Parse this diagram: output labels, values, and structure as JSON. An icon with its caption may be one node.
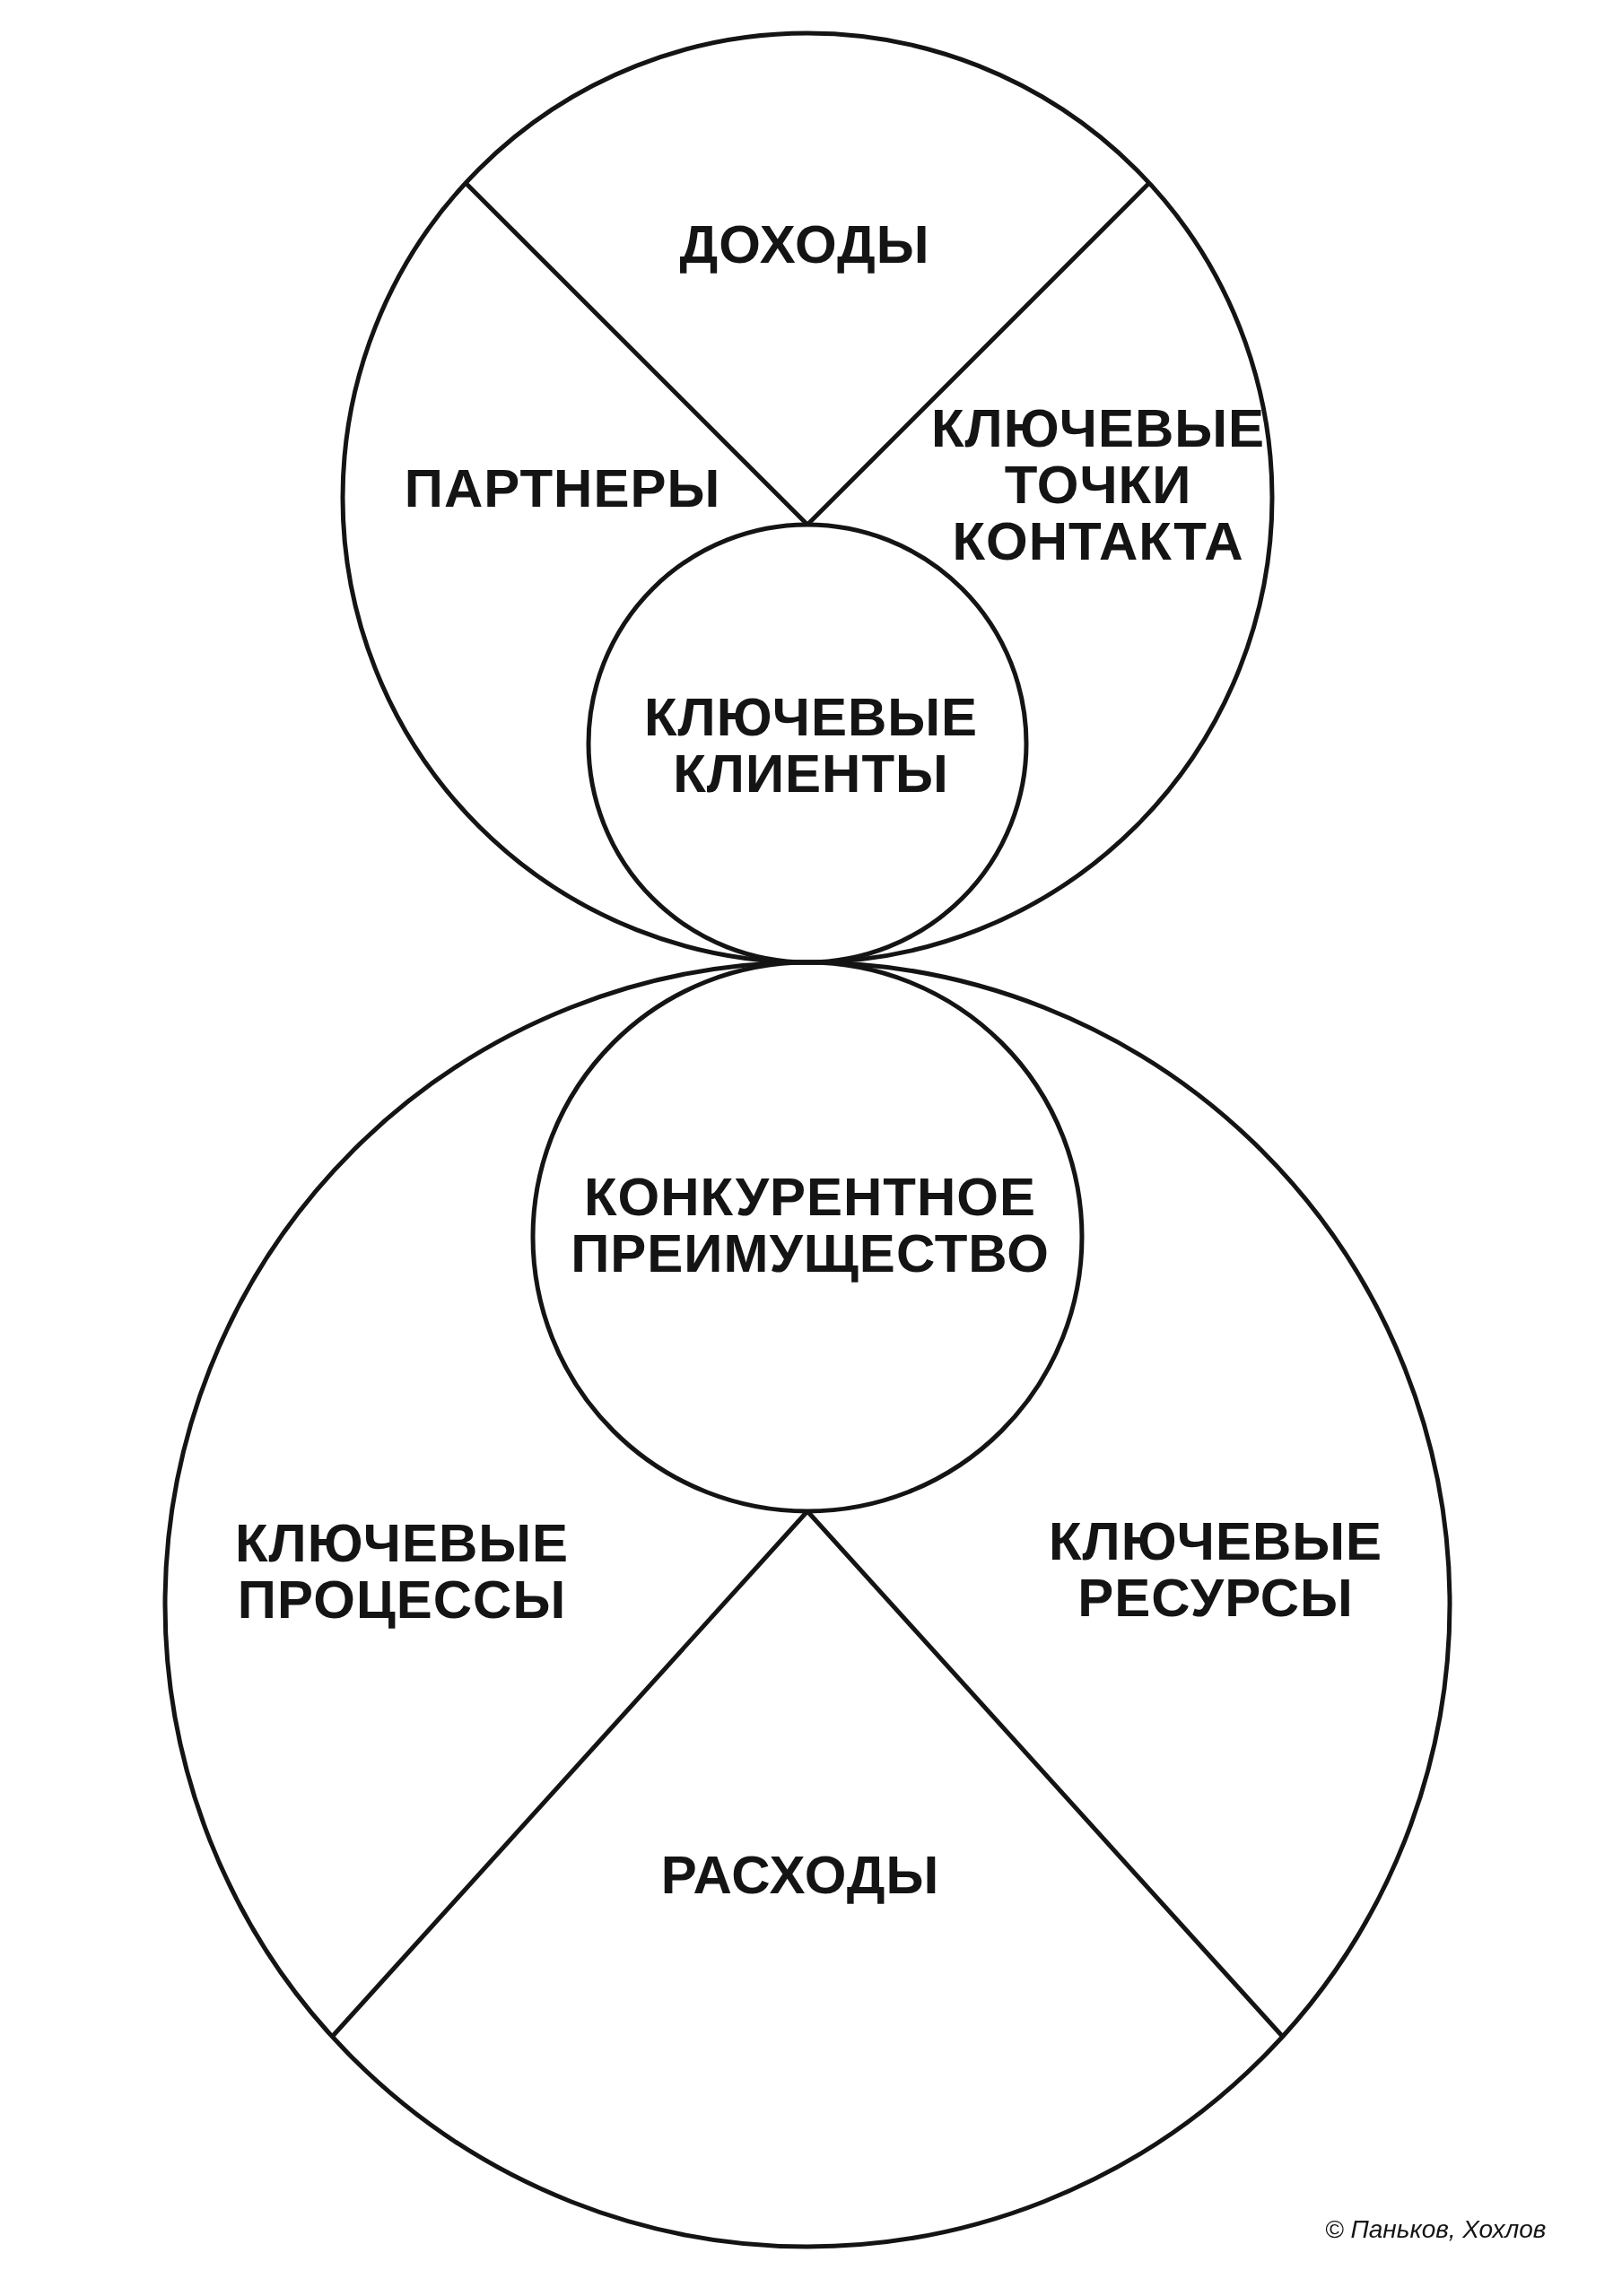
{
  "diagram": {
    "nodes": [
      {
        "text": [],
        "shape": "circle"
      },
      {
        "text": [
          "ДОХОДЫ"
        ],
        "in": 0
      },
      {
        "text": [
          "ПАРТНЕРЫ"
        ],
        "in": 0
      },
      {
        "text": [
          "КЛЮЧЕВЫЕ ТОЧКИ КОНТАКТА"
        ],
        "in": 0
      },
      {
        "text": [
          "КЛЮЧЕВЫЕ КЛИЕНТЫ"
        ],
        "in": 0
      },
      {
        "text": [],
        "shape": "circle"
      },
      {
        "text": [
          "КОНКУРЕНТНОЕ ПРЕИМУЩЕСТВО"
        ],
        "in": 5
      },
      {
        "text": [
          "КЛЮЧЕВЫЕ ПРОЦЕССЫ"
        ],
        "in": 5
      },
      {
        "text": [
          "КЛЮЧЕВЫЕ РЕСУРСЫ"
        ],
        "in": 5
      },
      {
        "text": [
          "РАСХОДЫ"
        ],
        "in": 5
      }
    ],
    "labels": [
      "© Паньков, Хохлов"
    ]
  }
}
